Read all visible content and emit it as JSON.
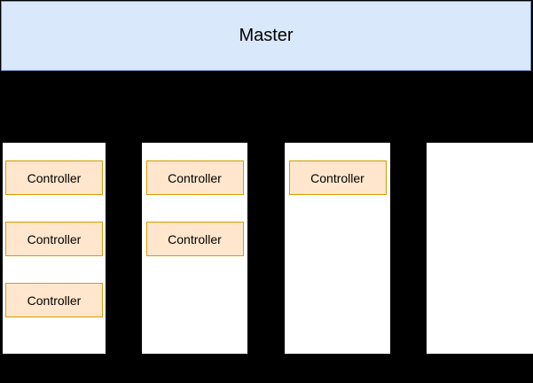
{
  "diagram": {
    "background_color": "#000000",
    "master": {
      "label": "Master",
      "fill_color": "#dae8fc",
      "border_color": "#6c8ebf"
    },
    "controller_style": {
      "fill_color": "#ffe6cc",
      "border_color": "#d79b00",
      "text_color": "#000000"
    },
    "columns": [
      {
        "controllers": [
          "Controller",
          "Controller",
          "Controller"
        ]
      },
      {
        "controllers": [
          "Controller",
          "Controller"
        ]
      },
      {
        "controllers": [
          "Controller"
        ]
      },
      {
        "controllers": []
      }
    ]
  }
}
